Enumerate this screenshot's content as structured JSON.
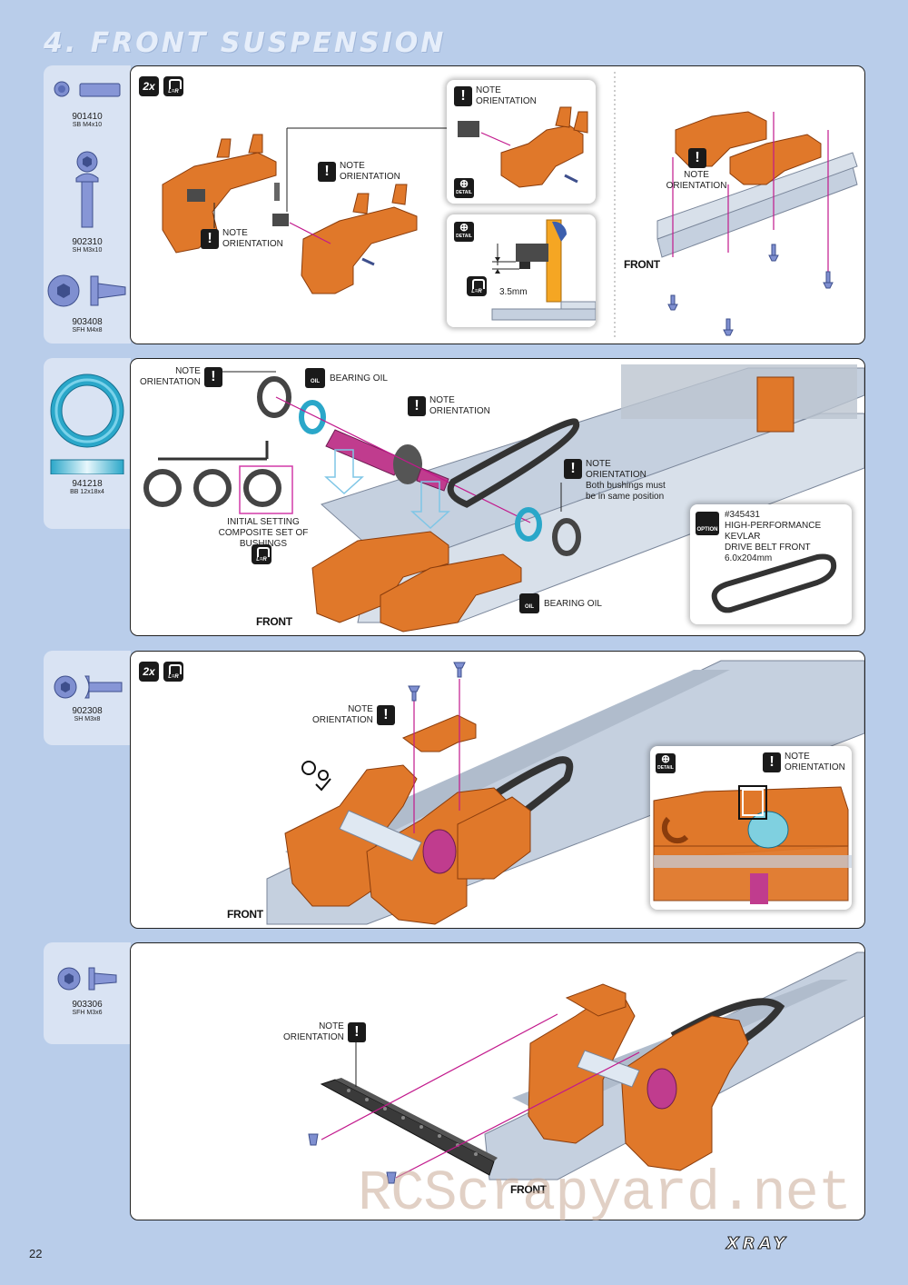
{
  "header": {
    "title": "4. FRONT SUSPENSION"
  },
  "page": {
    "number": "22",
    "brand": "XRAY",
    "watermark": "RCScrapyard.net"
  },
  "steps": [
    {
      "quantity_badge": "2x",
      "lr_badge": "L=R",
      "parts": [
        {
          "code": "901410",
          "desc": "SB M4x10"
        },
        {
          "code": "902310",
          "desc": "SH M3x10"
        },
        {
          "code": "903408",
          "desc": "SFH M4x8"
        }
      ],
      "note_line1": "NOTE",
      "note_line2": "ORIENTATION",
      "detail_label": "DETAIL",
      "dimension": "3.5mm",
      "front_label": "FRONT"
    },
    {
      "parts": [
        {
          "code": "941218",
          "desc": "BB 12x18x4"
        }
      ],
      "note_line1": "NOTE",
      "note_line2": "ORIENTATION",
      "bearing_oil": "BEARING OIL",
      "oil_label": "OIL",
      "bushings_note_1": "Both bushings must",
      "bushings_note_2": "be in same position",
      "initial_setting_1": "INITIAL SETTING",
      "initial_setting_2": "COMPOSITE SET OF BUSHINGS",
      "lr_badge": "L=R",
      "option_label": "OPTION",
      "option_part": "#345431",
      "option_desc_1": "HIGH-PERFORMANCE KEVLAR",
      "option_desc_2": "DRIVE BELT FRONT 6.0x204mm",
      "front_label": "FRONT"
    },
    {
      "quantity_badge": "2x",
      "lr_badge": "L=R",
      "parts": [
        {
          "code": "902308",
          "desc": "SH M3x8"
        }
      ],
      "note_line1": "NOTE",
      "note_line2": "ORIENTATION",
      "detail_label": "DETAIL",
      "front_label": "FRONT"
    },
    {
      "parts": [
        {
          "code": "903306",
          "desc": "SFH M3x6"
        }
      ],
      "note_line1": "NOTE",
      "note_line2": "ORIENTATION",
      "front_label": "FRONT"
    }
  ],
  "colors": {
    "page_bg": "#b9cdea",
    "parts_bg": "#d9e3f3",
    "aluminum_orange": "#e0782a",
    "chassis_gray": "#c5d0df",
    "screw_blue": "#7f8fd0",
    "arrow_magenta": "#c2188c",
    "bearing_cyan": "#2aa7c9"
  }
}
